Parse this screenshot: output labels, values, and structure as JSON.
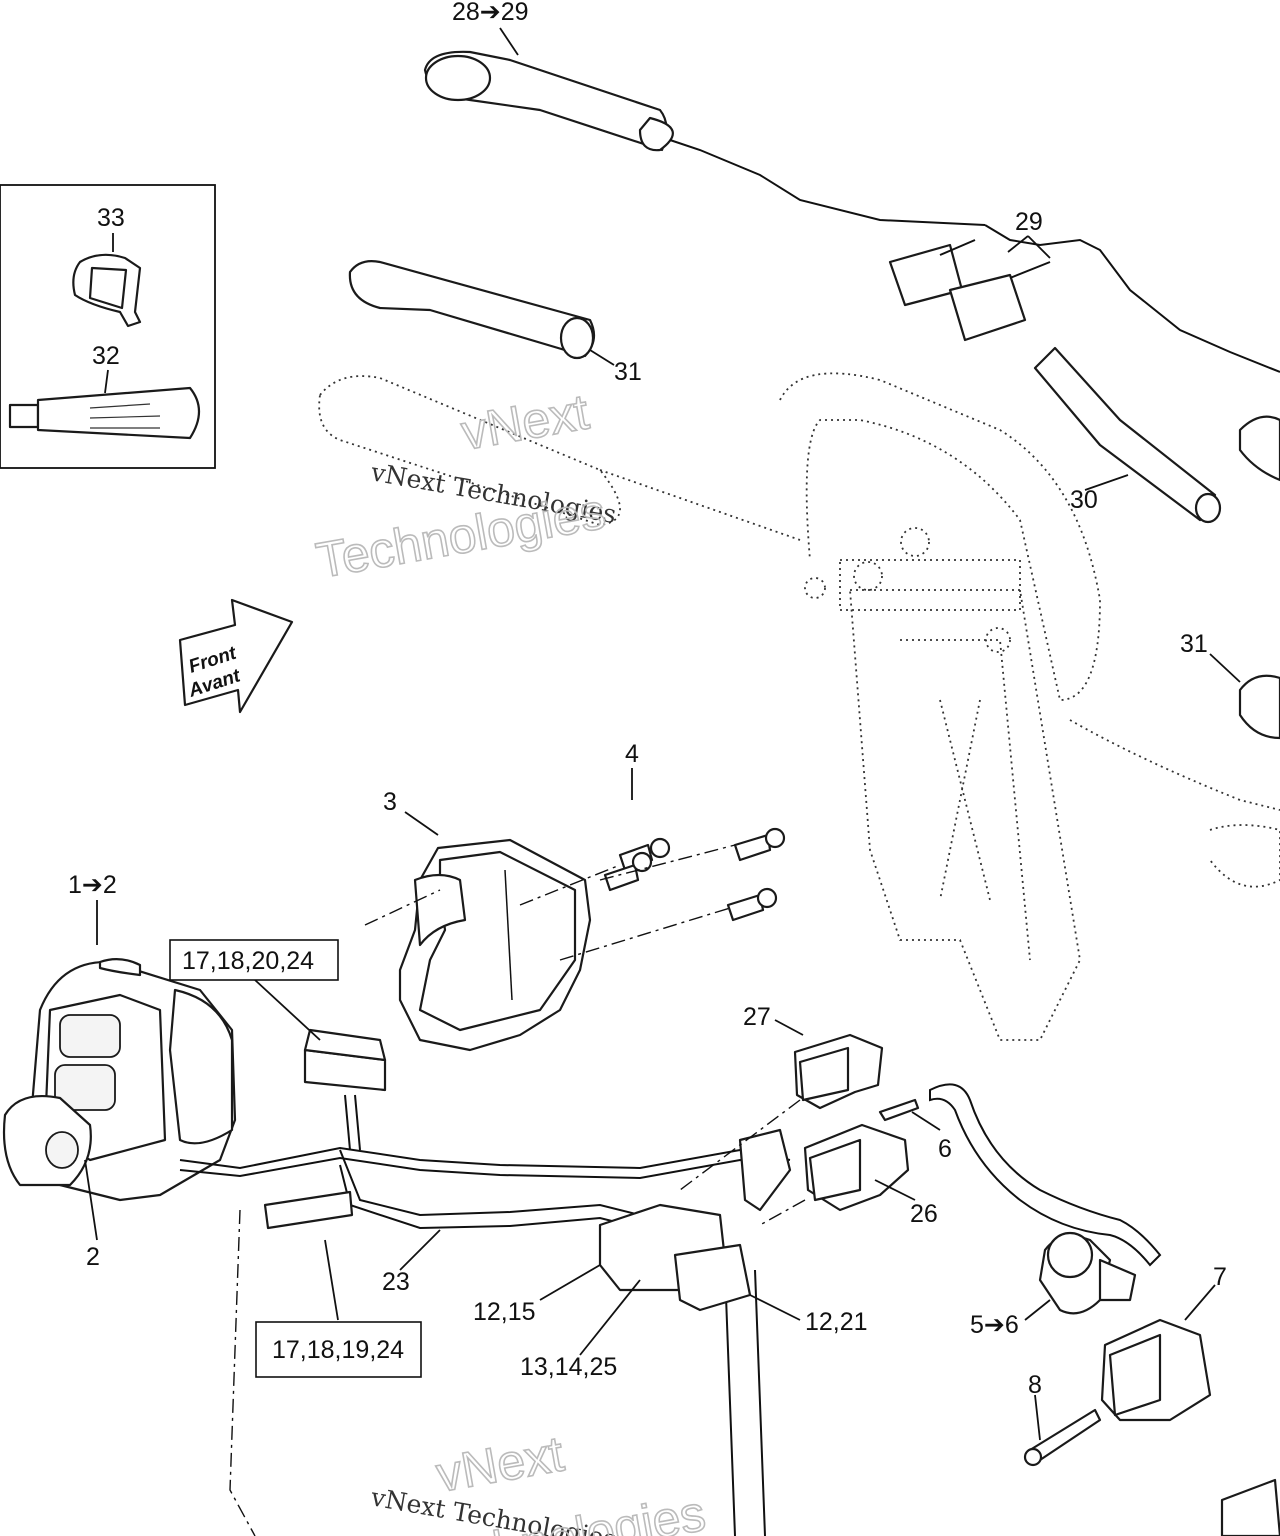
{
  "callouts": {
    "c_28_29": "28➔29",
    "c_29": "29",
    "c_33": "33",
    "c_32": "32",
    "c_31_top": "31",
    "c_30": "30",
    "c_31_right": "31",
    "c_4": "4",
    "c_3": "3",
    "c_1_2": "1➔2",
    "c_2": "2",
    "c_27": "27",
    "c_6": "6",
    "c_26": "26",
    "c_23": "23",
    "c_12_15": "12,15",
    "c_12_21": "12,21",
    "c_13_14_25": "13,14,25",
    "c_5_6": "5➔6",
    "c_7": "7",
    "c_8": "8"
  },
  "boxes": {
    "box_top": "17,18,20,24",
    "box_bottom": "17,18,19,24"
  },
  "direction_arrow": {
    "line1": "Front",
    "line2": "Avant"
  },
  "watermarks": {
    "wm_text": "vNext Technologies",
    "wm_word1": "vNext",
    "wm_word2": "Technologies"
  },
  "icons": [
    "heated-grip-icon",
    "handlebar-icon",
    "switch-housing-icon",
    "connector-icon",
    "grease-tube-icon",
    "clip-icon"
  ]
}
